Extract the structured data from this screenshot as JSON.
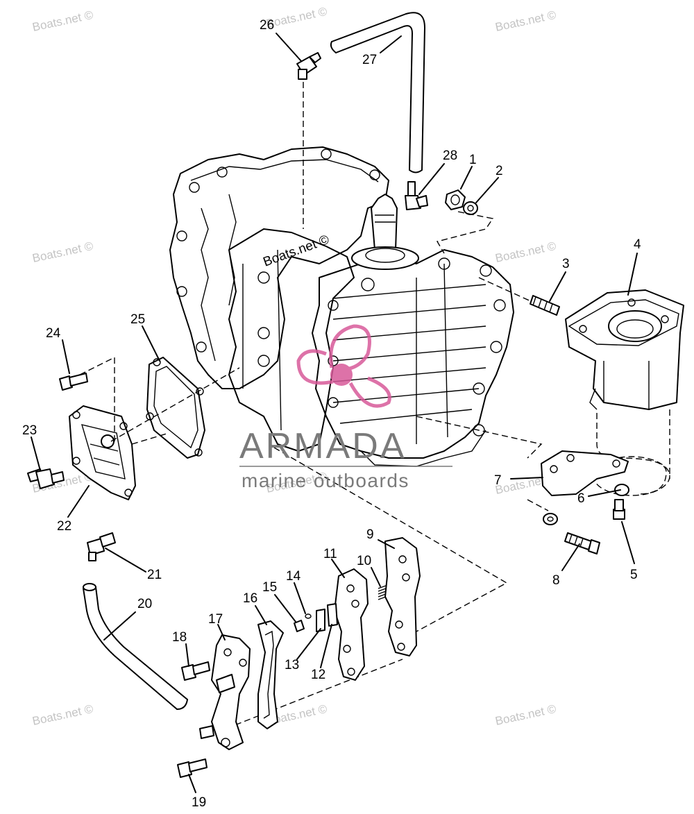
{
  "watermarks": {
    "site": "Boats.net ©"
  },
  "brand": {
    "name": "ARMADA",
    "tagline": "marine outboards",
    "logo_color": "#d85a9a"
  },
  "callouts": [
    "1",
    "2",
    "3",
    "4",
    "5",
    "6",
    "7",
    "8",
    "9",
    "10",
    "11",
    "12",
    "13",
    "14",
    "15",
    "16",
    "17",
    "18",
    "19",
    "20",
    "21",
    "22",
    "23",
    "24",
    "25",
    "26",
    "27",
    "28"
  ]
}
